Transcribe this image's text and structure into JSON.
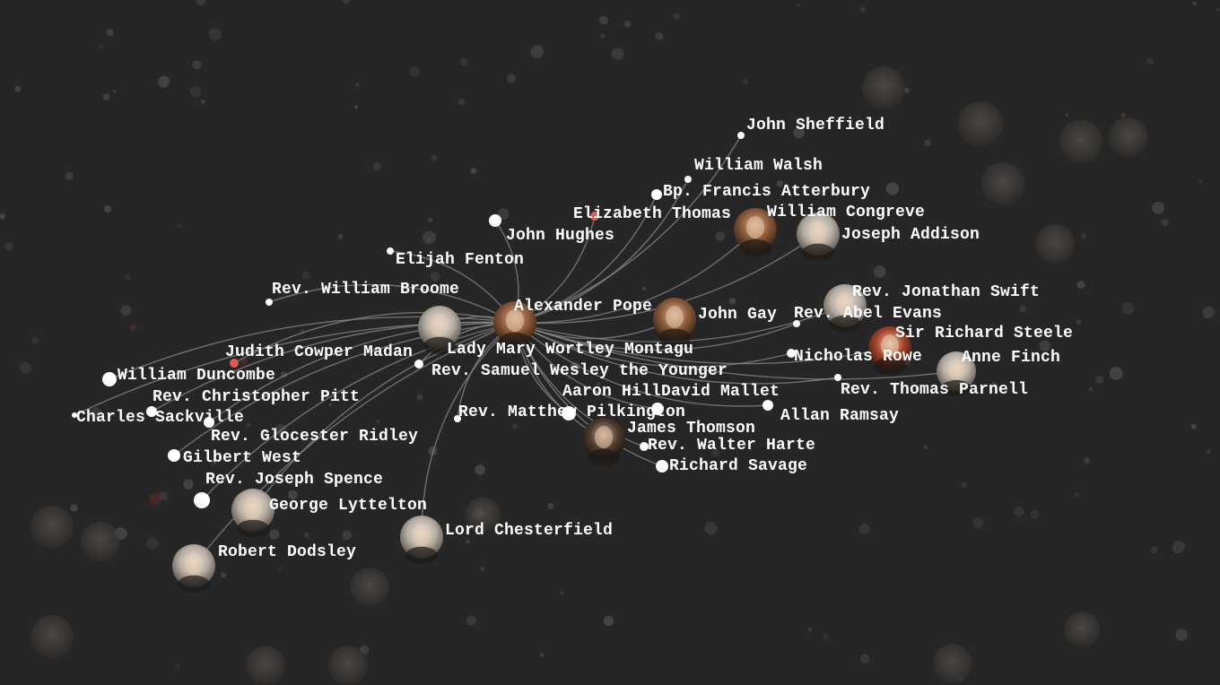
{
  "network": {
    "center": {
      "label": "Alexander Pope"
    },
    "nodes": [
      {
        "id": "john-sheffield",
        "label": "John Sheffield",
        "kind": "dot"
      },
      {
        "id": "william-walsh",
        "label": "William Walsh",
        "kind": "dot"
      },
      {
        "id": "francis-atterbury",
        "label": "Bp. Francis Atterbury",
        "kind": "dot"
      },
      {
        "id": "elizabeth-thomas",
        "label": "Elizabeth Thomas",
        "kind": "dot",
        "color": "#e05a5a"
      },
      {
        "id": "william-congreve",
        "label": "William Congreve",
        "kind": "portrait"
      },
      {
        "id": "joseph-addison",
        "label": "Joseph Addison",
        "kind": "portrait"
      },
      {
        "id": "john-hughes",
        "label": "John Hughes",
        "kind": "dot"
      },
      {
        "id": "elijah-fenton",
        "label": "Elijah Fenton",
        "kind": "dot"
      },
      {
        "id": "william-broome",
        "label": "Rev. William Broome",
        "kind": "dot"
      },
      {
        "id": "jonathan-swift",
        "label": "Rev. Jonathan Swift",
        "kind": "portrait"
      },
      {
        "id": "john-gay",
        "label": "John Gay",
        "kind": "portrait"
      },
      {
        "id": "abel-evans",
        "label": "Rev. Abel Evans",
        "kind": "dot"
      },
      {
        "id": "richard-steele",
        "label": "Sir Richard Steele",
        "kind": "portrait"
      },
      {
        "id": "judith-madan",
        "label": "Judith Cowper Madan",
        "kind": "dot",
        "color": "#e05a5a"
      },
      {
        "id": "mary-montagu",
        "label": "Lady Mary Wortley Montagu",
        "kind": "portrait"
      },
      {
        "id": "william-duncombe",
        "label": "William Duncombe",
        "kind": "dot"
      },
      {
        "id": "samuel-wesley",
        "label": "Rev. Samuel Wesley the Younger",
        "kind": "dot"
      },
      {
        "id": "nicholas-rowe",
        "label": "Nicholas Rowe",
        "kind": "dot"
      },
      {
        "id": "anne-finch",
        "label": "Anne Finch",
        "kind": "portrait"
      },
      {
        "id": "christopher-pitt",
        "label": "Rev. Christopher Pitt",
        "kind": "dot"
      },
      {
        "id": "aaron-hill",
        "label": "Aaron Hill",
        "kind": "dot"
      },
      {
        "id": "david-mallet",
        "label": "David Mallet",
        "kind": "dot"
      },
      {
        "id": "thomas-parnell",
        "label": "Rev. Thomas Parnell",
        "kind": "dot"
      },
      {
        "id": "charles-sackville",
        "label": "Charles Sackville",
        "kind": "dot"
      },
      {
        "id": "matthew-pilkington",
        "label": "Rev. Matthew Pilkington",
        "kind": "dot"
      },
      {
        "id": "allan-ramsay",
        "label": "Allan Ramsay",
        "kind": "dot"
      },
      {
        "id": "glocester-ridley",
        "label": "Rev. Glocester Ridley",
        "kind": "dot"
      },
      {
        "id": "james-thomson",
        "label": "James Thomson",
        "kind": "portrait"
      },
      {
        "id": "walter-harte",
        "label": "Rev. Walter Harte",
        "kind": "dot"
      },
      {
        "id": "gilbert-west",
        "label": "Gilbert West",
        "kind": "dot"
      },
      {
        "id": "richard-savage",
        "label": "Richard Savage",
        "kind": "dot"
      },
      {
        "id": "joseph-spence",
        "label": "Rev. Joseph Spence",
        "kind": "dot"
      },
      {
        "id": "george-lyttelton",
        "label": "George Lyttelton",
        "kind": "portrait"
      },
      {
        "id": "lord-chesterfield",
        "label": "Lord Chesterfield",
        "kind": "portrait"
      },
      {
        "id": "robert-dodsley",
        "label": "Robert Dodsley",
        "kind": "portrait"
      }
    ]
  },
  "colors": {
    "background": "#262626",
    "edge": "#8a8a8a",
    "node": "#ffffff",
    "accent": "#e05a5a",
    "label": "#ffffff"
  }
}
